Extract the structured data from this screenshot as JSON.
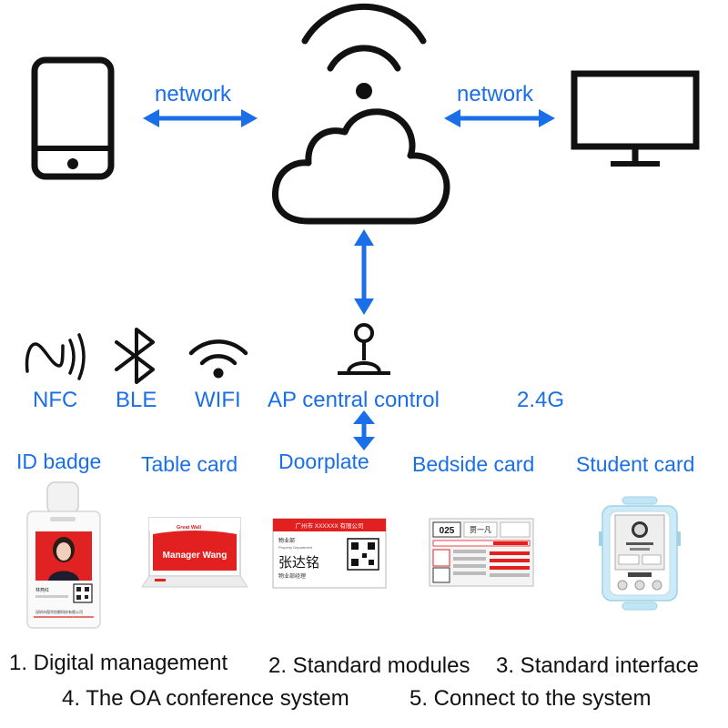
{
  "network_labels": {
    "left": "network",
    "right": "network"
  },
  "tech_labels": {
    "nfc": "NFC",
    "ble": "BLE",
    "wifi": "WIFI",
    "ap": "AP central control",
    "freq": "2.4G"
  },
  "devices": {
    "id_badge": "ID badge",
    "table_card": "Table card",
    "doorplate": "Doorplate",
    "bedside_card": "Bedside card",
    "student_card": "Student card"
  },
  "features": {
    "f1": "1. Digital management",
    "f2": "2. Standard modules",
    "f3": "3. Standard interface",
    "f4": "4. The OA conference system",
    "f5": "5. Connect to the system"
  },
  "badge_text": {
    "name": "林燕红",
    "company": "深圳市国华信眼科技有限公司"
  },
  "table_card_text": {
    "brand": "Great Wall",
    "name": "Manager Wang"
  },
  "doorplate_text": {
    "header": "广州市 XXXXXX 有限公司",
    "dept": "物业部",
    "dept_en": "Property Department",
    "person": "张达铭",
    "role": "物业部经理"
  },
  "bedside_text": {
    "bed": "025",
    "name": "贾一凡"
  },
  "colors": {
    "accent": "#1a6fe8",
    "red": "#e2201f",
    "ink": "#111111"
  }
}
